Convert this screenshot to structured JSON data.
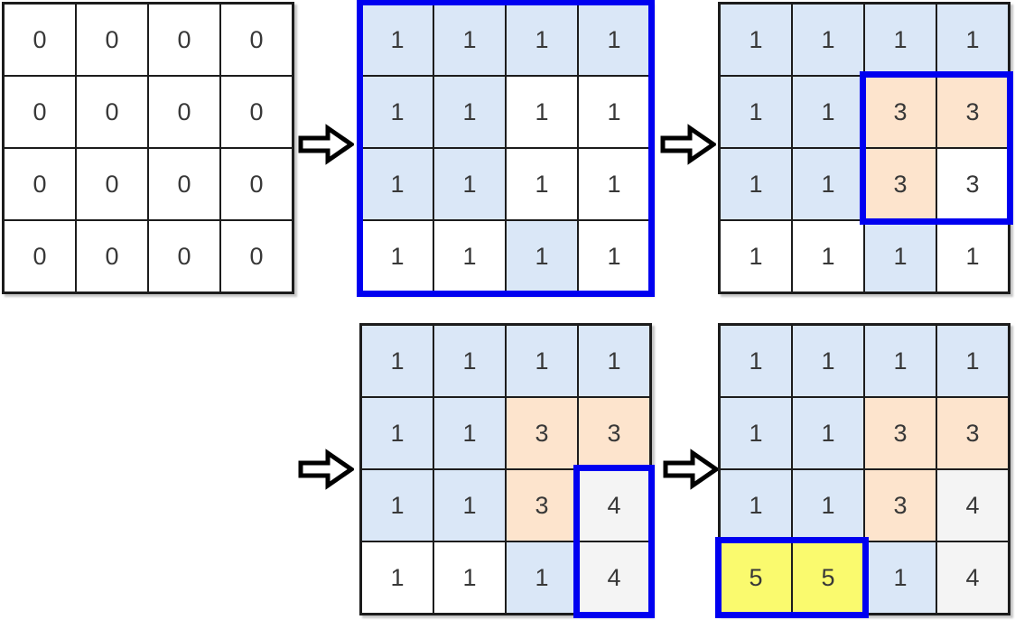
{
  "title": "flood-fill-paint-steps-diagram",
  "colors": {
    "blue_fill": "#dae7f7",
    "orange_fill": "#fde4cd",
    "yellow_fill": "#fafa6e",
    "gray_fill": "#f4f4f4",
    "white_fill": "#ffffff",
    "highlight_border": "#0000f0",
    "grid_line": "#1c1c1c",
    "digit_color": "#383838"
  },
  "fill_key_map": {
    "b": "blue_fill",
    "o": "orange_fill",
    "y": "yellow_fill",
    "g": "gray_fill",
    "w": "white_fill"
  },
  "icons": {
    "arrow": "right-block-arrow-icon"
  },
  "grids": [
    {
      "name": "matrix-step-1",
      "values": [
        "0000",
        "0000",
        "0000",
        "0000"
      ],
      "fills": [
        "wwww",
        "wwww",
        "wwww",
        "wwww"
      ],
      "highlight": null
    },
    {
      "name": "matrix-step-2",
      "values": [
        "1111",
        "1111",
        "1111",
        "1111"
      ],
      "fills": [
        "bbbb",
        "bbww",
        "bbww",
        "wwbw"
      ],
      "highlight": {
        "row_start": 0,
        "col_start": 0,
        "row_end": 3,
        "col_end": 3
      }
    },
    {
      "name": "matrix-step-3",
      "values": [
        "1111",
        "1133",
        "1133",
        "1111"
      ],
      "fills": [
        "bbbb",
        "bboo",
        "bbow",
        "wwbw"
      ],
      "highlight": {
        "row_start": 1,
        "col_start": 2,
        "row_end": 2,
        "col_end": 3
      }
    },
    {
      "name": "matrix-step-4",
      "values": [
        "1111",
        "1133",
        "1134",
        "1114"
      ],
      "fills": [
        "bbbb",
        "bboo",
        "bbog",
        "wwbg"
      ],
      "highlight": {
        "row_start": 2,
        "col_start": 3,
        "row_end": 3,
        "col_end": 3
      }
    },
    {
      "name": "matrix-step-5",
      "values": [
        "1111",
        "1133",
        "1134",
        "5514"
      ],
      "fills": [
        "bbbb",
        "bboo",
        "bbog",
        "yybg"
      ],
      "highlight": {
        "row_start": 3,
        "col_start": 0,
        "row_end": 3,
        "col_end": 1
      }
    }
  ],
  "arrows": [
    {
      "name": "arrow-step-1-to-2"
    },
    {
      "name": "arrow-step-2-to-3"
    },
    {
      "name": "arrow-step-3-to-4"
    },
    {
      "name": "arrow-step-4-to-5"
    }
  ]
}
